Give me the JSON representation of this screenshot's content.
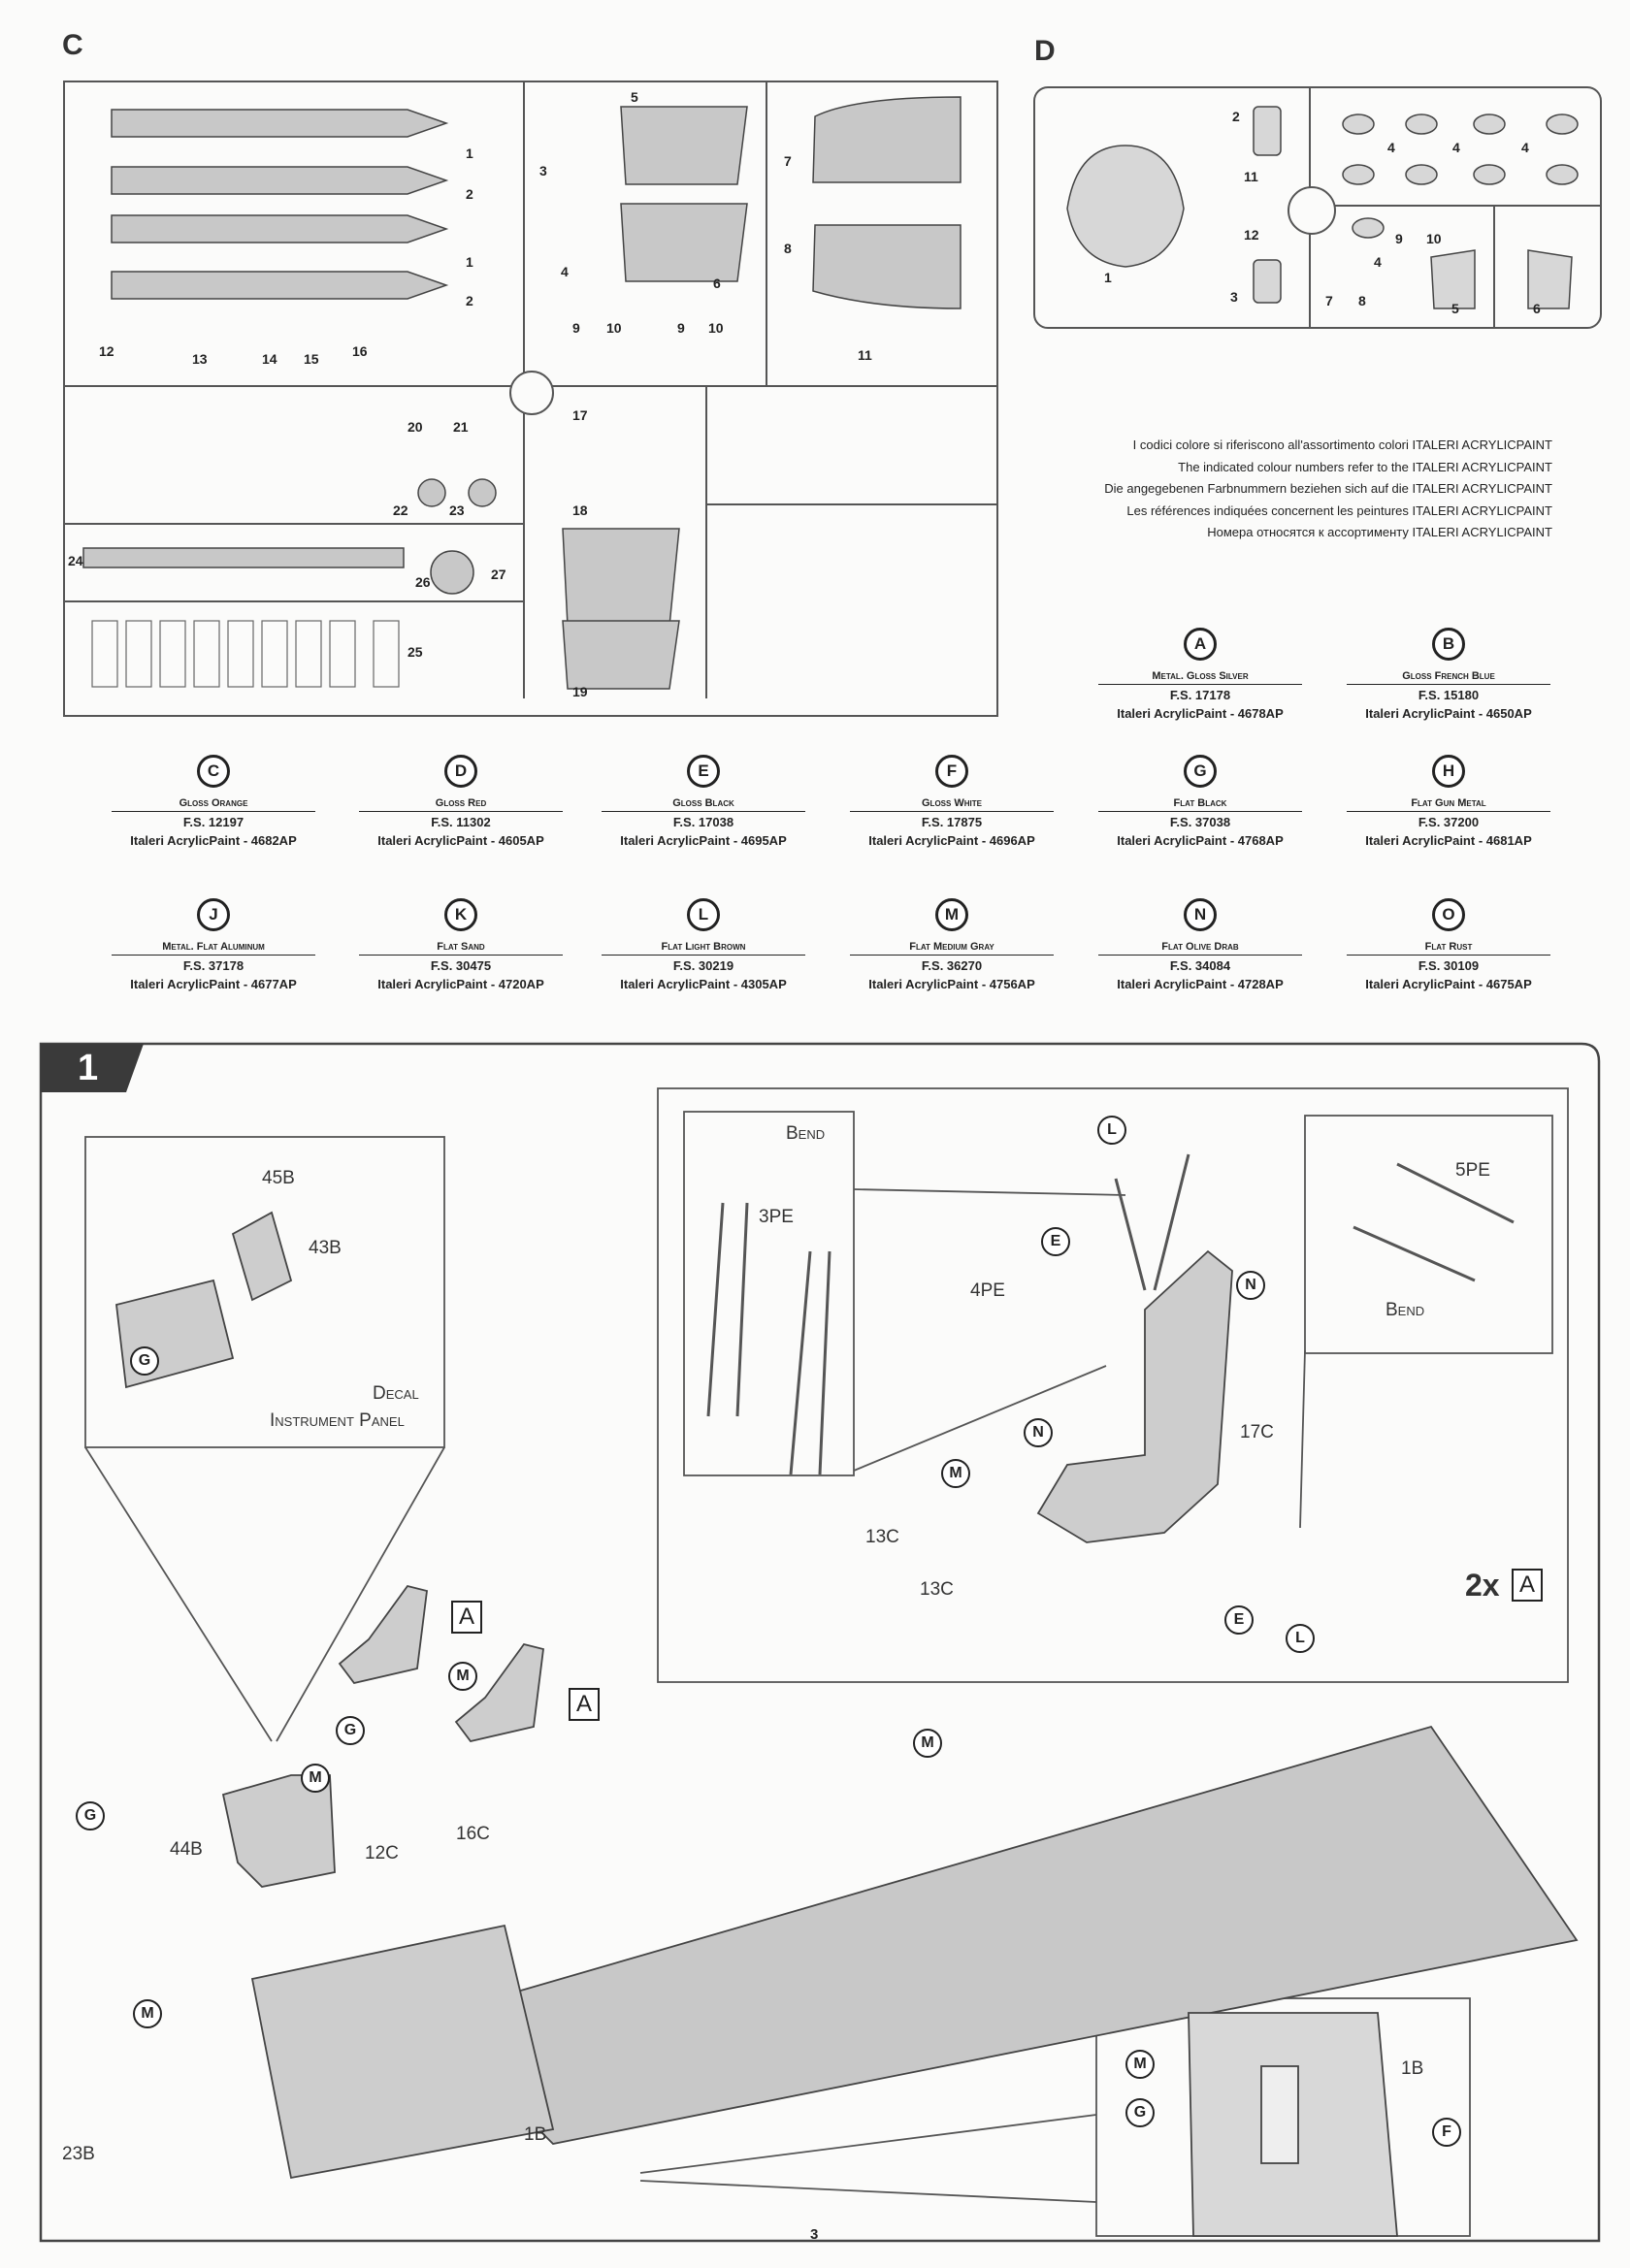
{
  "sprue_c": {
    "letter": "C",
    "parts": [
      "1",
      "2",
      "3",
      "1",
      "2",
      "4",
      "5",
      "6",
      "7",
      "8",
      "9",
      "10",
      "9",
      "10",
      "11",
      "12",
      "13",
      "14",
      "15",
      "16",
      "17",
      "18",
      "19",
      "20",
      "21",
      "22",
      "23",
      "24",
      "25",
      "26",
      "27"
    ]
  },
  "sprue_d": {
    "letter": "D",
    "parts": [
      "2",
      "4",
      "4",
      "4",
      "11",
      "12",
      "9",
      "10",
      "1",
      "4",
      "3",
      "7",
      "8",
      "5",
      "6"
    ]
  },
  "colour_note": [
    "I codici colore si riferiscono all'assortimento colori ITALERI ACRYLICPAINT",
    "The indicated colour numbers refer to the ITALERI ACRYLICPAINT",
    "Die angegebenen Farbnummern beziehen sich auf die ITALERI ACRYLICPAINT",
    "Les références indiquées concernent les peintures ITALERI ACRYLICPAINT",
    "Номера относятся к ассортименту ITALERI ACRYLICPAINT"
  ],
  "paints": [
    {
      "letter": "A",
      "name": "Metal. Gloss Silver",
      "fs": "F.S. 17178",
      "code": "Italeri AcrylicPaint - 4678AP"
    },
    {
      "letter": "B",
      "name": "Gloss French Blue",
      "fs": "F.S. 15180",
      "code": "Italeri AcrylicPaint - 4650AP"
    },
    {
      "letter": "C",
      "name": "Gloss Orange",
      "fs": "F.S. 12197",
      "code": "Italeri AcrylicPaint - 4682AP"
    },
    {
      "letter": "D",
      "name": "Gloss Red",
      "fs": "F.S. 11302",
      "code": "Italeri AcrylicPaint - 4605AP"
    },
    {
      "letter": "E",
      "name": "Gloss Black",
      "fs": "F.S. 17038",
      "code": "Italeri AcrylicPaint - 4695AP"
    },
    {
      "letter": "F",
      "name": "Gloss White",
      "fs": "F.S. 17875",
      "code": "Italeri AcrylicPaint - 4696AP"
    },
    {
      "letter": "G",
      "name": "Flat Black",
      "fs": "F.S. 37038",
      "code": "Italeri AcrylicPaint - 4768AP"
    },
    {
      "letter": "H",
      "name": "Flat Gun Metal",
      "fs": "F.S. 37200",
      "code": "Italeri AcrylicPaint - 4681AP"
    },
    {
      "letter": "J",
      "name": "Metal. Flat Aluminum",
      "fs": "F.S. 37178",
      "code": "Italeri AcrylicPaint - 4677AP"
    },
    {
      "letter": "K",
      "name": "Flat Sand",
      "fs": "F.S. 30475",
      "code": "Italeri AcrylicPaint - 4720AP"
    },
    {
      "letter": "L",
      "name": "Flat Light Brown",
      "fs": "F.S. 30219",
      "code": "Italeri AcrylicPaint - 4305AP"
    },
    {
      "letter": "M",
      "name": "Flat Medium Gray",
      "fs": "F.S. 36270",
      "code": "Italeri AcrylicPaint - 4756AP"
    },
    {
      "letter": "N",
      "name": "Flat Olive Drab",
      "fs": "F.S. 34084",
      "code": "Italeri AcrylicPaint - 4728AP"
    },
    {
      "letter": "O",
      "name": "Flat Rust",
      "fs": "F.S. 30109",
      "code": "Italeri AcrylicPaint - 4675AP"
    }
  ],
  "step1": {
    "number": "1",
    "parts": {
      "p45b": "45B",
      "p43b": "43B",
      "decal": "Decal",
      "instrument_panel": "Instrument Panel",
      "p3pe": "3PE",
      "bend1": "Bend",
      "p4pe": "4PE",
      "p17c": "17C",
      "p13c_a": "13C",
      "p13c_b": "13C",
      "p5pe": "5PE",
      "bend2": "Bend",
      "times": "2x",
      "p44b": "44B",
      "p12c": "12C",
      "p16c": "16C",
      "p23b": "23B",
      "p1b_main": "1B",
      "p1b_inset": "1B"
    },
    "callouts": {
      "g1": "G",
      "l1": "L",
      "e1": "E",
      "n1": "N",
      "m1": "M",
      "n2": "N",
      "e2": "E",
      "l2": "L",
      "a_box_detail": "A",
      "a_box1": "A",
      "m2": "M",
      "a_box2": "A",
      "g2": "G",
      "m3": "M",
      "g3": "G",
      "m4": "M",
      "m5": "M",
      "m6": "M",
      "g4": "G",
      "f1": "F"
    }
  },
  "page_number": "3"
}
